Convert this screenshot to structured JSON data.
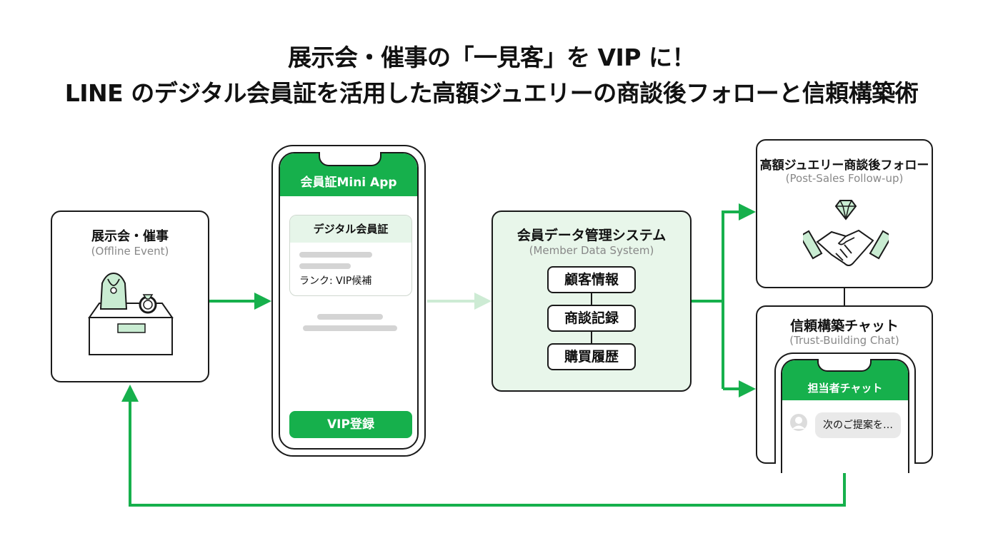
{
  "title": {
    "line1": "展示会・催事の「一見客」を VIP に！",
    "line2": "LINE のデジタル会員証を活用した高額ジュエリーの商談後フォローと信頼構築術"
  },
  "event": {
    "title": "展示会・催事",
    "subtitle": "(Offline Event)"
  },
  "miniapp": {
    "header": "会員証Mini App",
    "card_title": "デジタル会員証",
    "rank": "ランク: VIP候補",
    "button": "VIP登録"
  },
  "system": {
    "title": "会員データ管理システム",
    "subtitle": "(Member Data System)",
    "items": [
      "顧客情報",
      "商談記録",
      "購買履歴"
    ]
  },
  "followup": {
    "title": "高額ジュエリー商談後フォロー",
    "subtitle": "(Post-Sales Follow-up)"
  },
  "chat": {
    "title": "信頼構築チャット",
    "subtitle": "(Trust-Building Chat)",
    "header": "担当者チャット",
    "message": "次のご提案を…"
  },
  "colors": {
    "accent": "#16b04c",
    "accent_light": "#e8f6ea",
    "faded_arrow": "#cdebd4",
    "outline": "#1a1a1a"
  },
  "icons": [
    "jewelry-display-icon",
    "ring-icon",
    "diamond-icon",
    "handshake-icon",
    "avatar-icon"
  ]
}
